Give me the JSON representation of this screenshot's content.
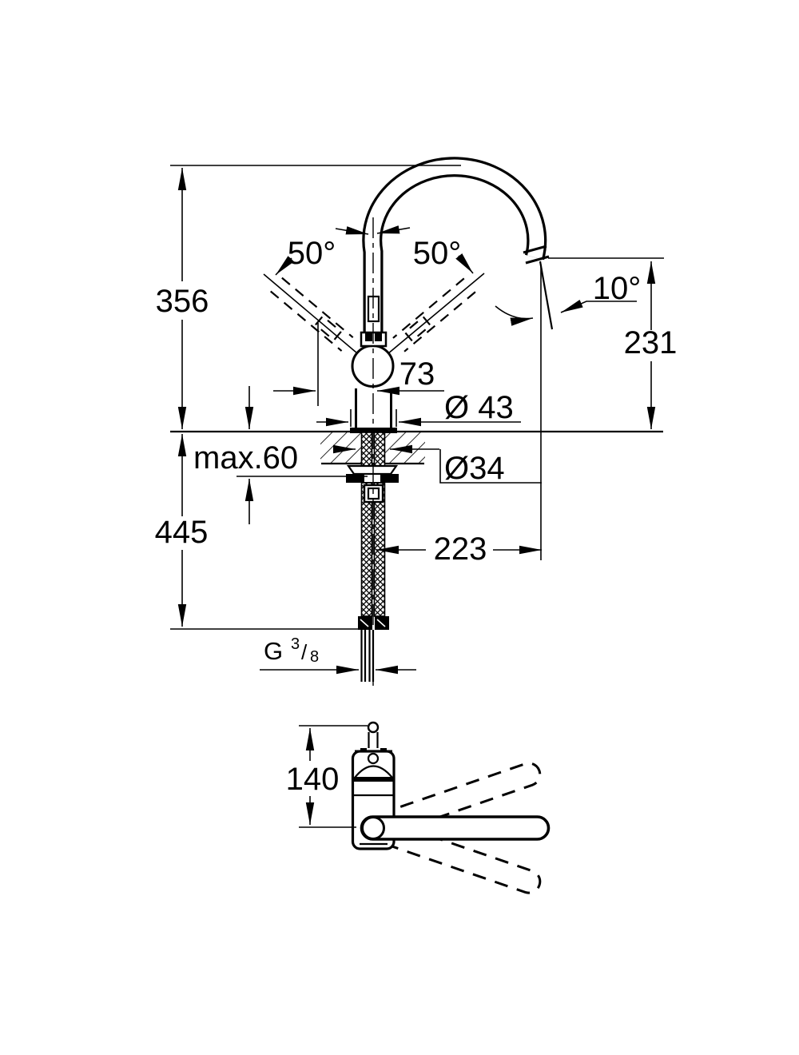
{
  "colors": {
    "ink": "#000000",
    "paper": "#ffffff"
  },
  "labels": {
    "height_total": "356",
    "handle_swing_left": "50°",
    "handle_swing_right": "50°",
    "outlet_angle": "10°",
    "outlet_height": "231",
    "handle_offset": "73",
    "base_diameter": "Ø 43",
    "counter_thickness": "max.60",
    "shank_diameter": "Ø34",
    "below_deck_height": "445",
    "spout_reach": "223",
    "thread": {
      "g": "G",
      "numerator": "3",
      "slash": "/",
      "denominator": "8"
    },
    "body_height": "140"
  }
}
